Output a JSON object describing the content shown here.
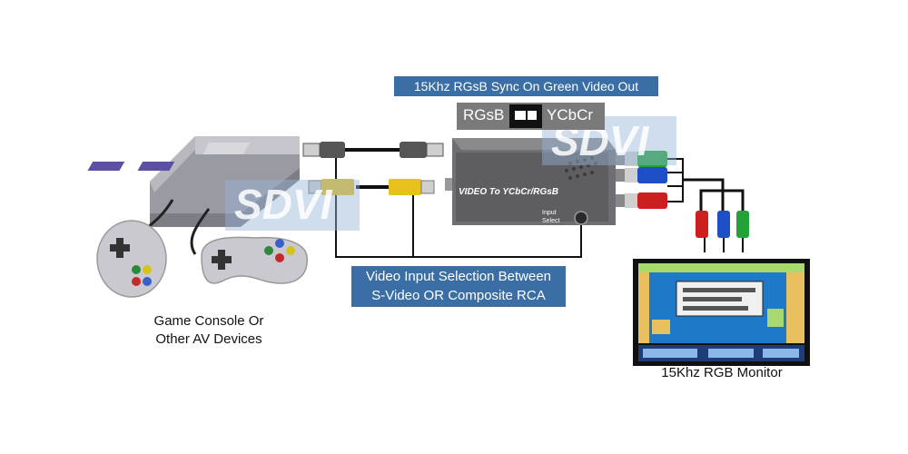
{
  "top_label": "15Khz RGsB Sync On Green Video Out",
  "switch": {
    "left": "RGsB",
    "right": "YCbCr"
  },
  "watermark": "SDVI",
  "device_text": "VIDEO To YCbCr/RGsB",
  "input_select": [
    "Input",
    "Select"
  ],
  "middle_label": [
    "Video Input Selection Between",
    "S-Video OR Composite RCA"
  ],
  "console_caption": [
    "Game Console Or",
    "Other AV Devices"
  ],
  "monitor_caption": "15Khz RGB Monitor",
  "colors": {
    "label_bg": "#3a6ea5",
    "rca_yellow": "#e6c21a",
    "red": "#cc1f1f",
    "green": "#23a23a",
    "blue": "#1f4fc6"
  }
}
